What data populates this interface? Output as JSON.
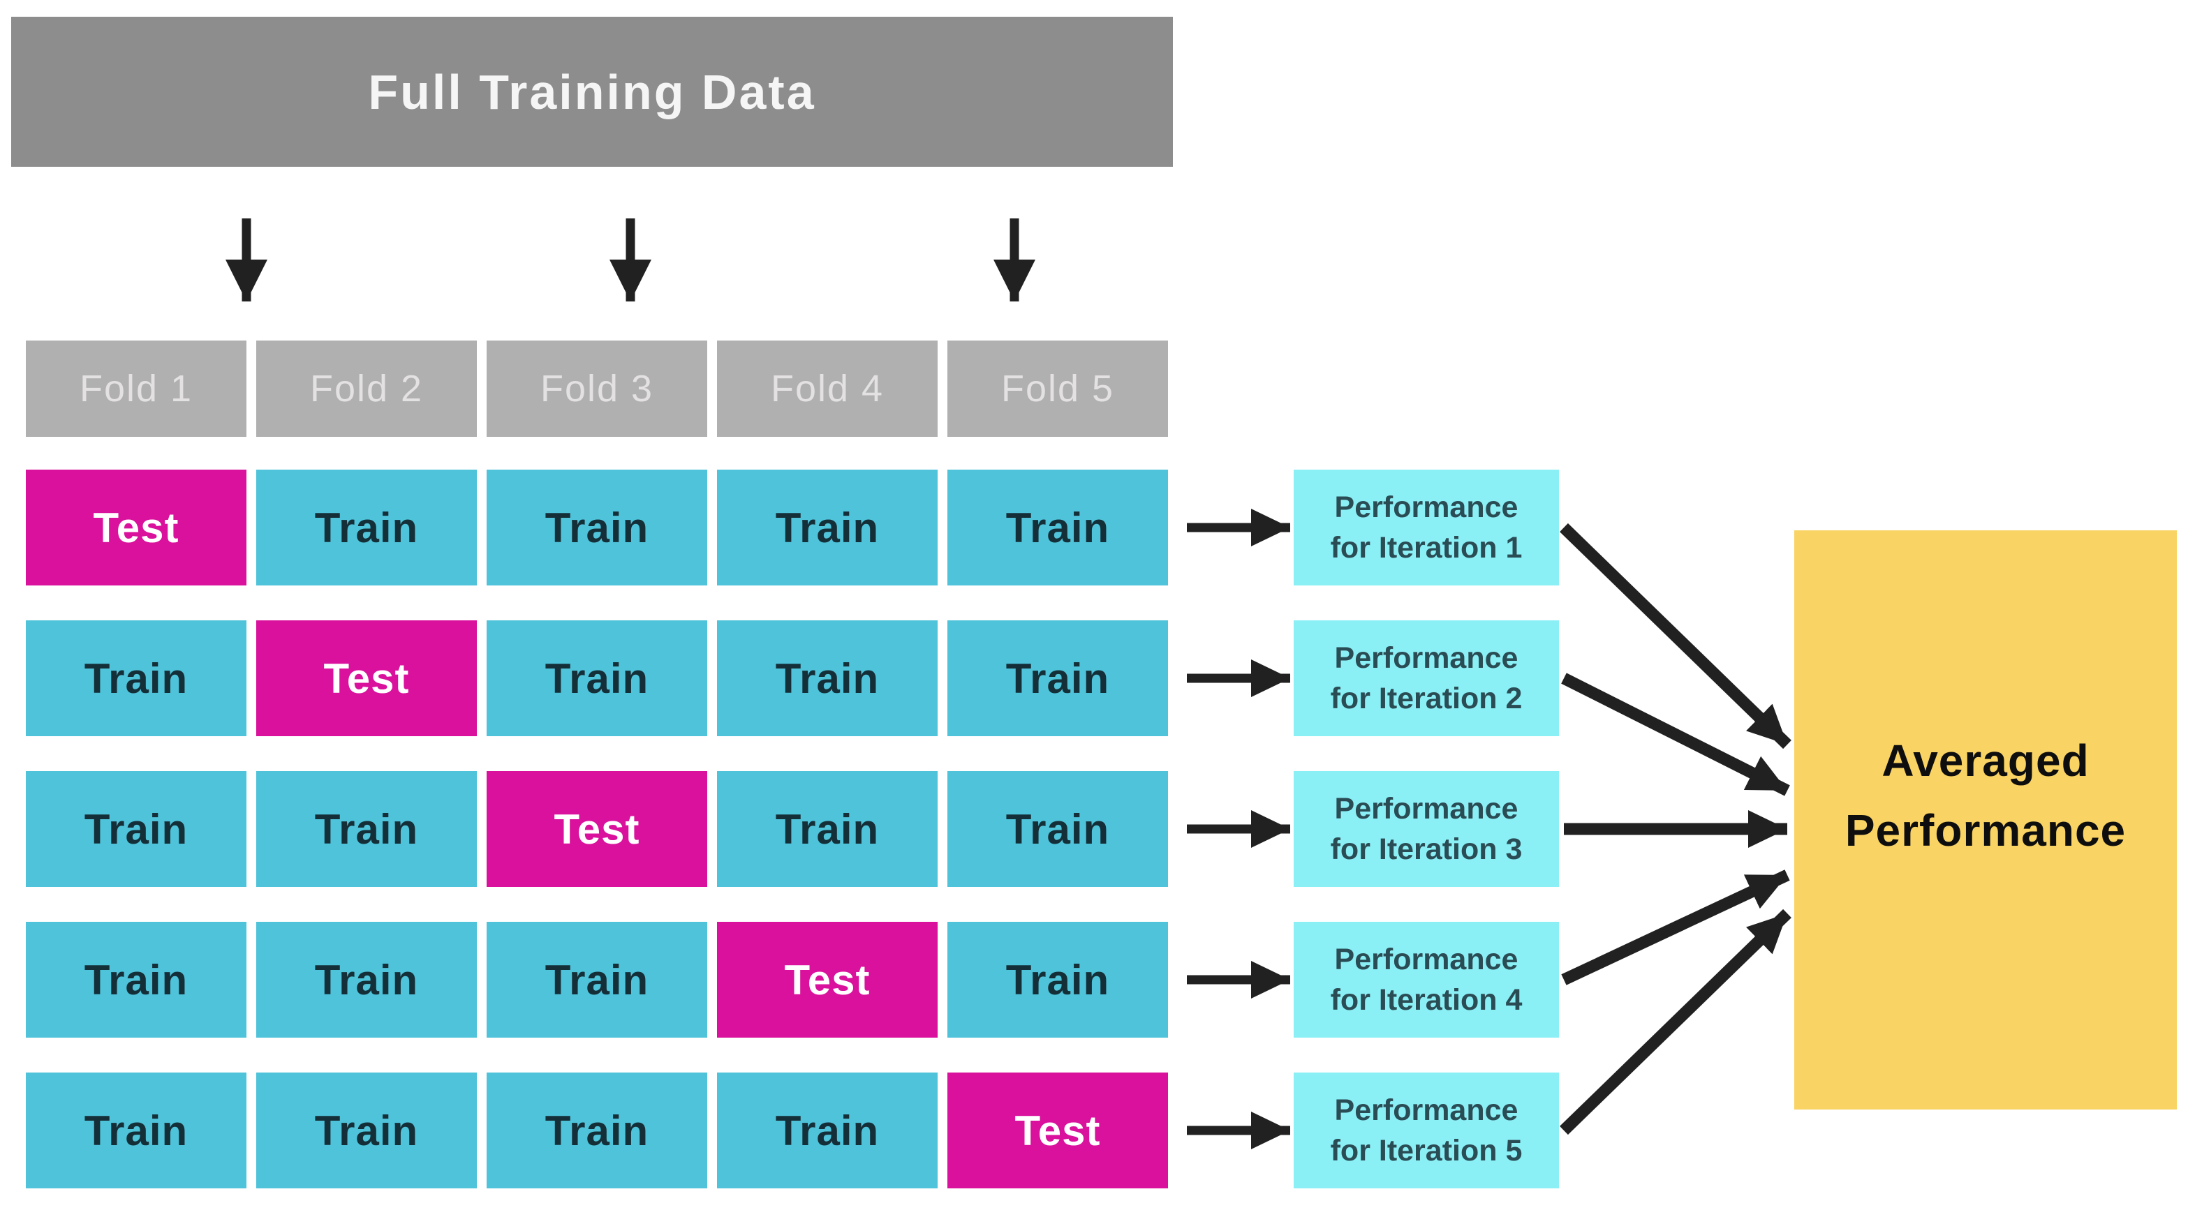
{
  "diagram": {
    "title": "Full Training Data",
    "folds": [
      "Fold 1",
      "Fold 2",
      "Fold 3",
      "Fold 4",
      "Fold 5"
    ],
    "grid": {
      "rows": [
        {
          "cells": [
            {
              "label": "Test",
              "type": "test"
            },
            {
              "label": "Train",
              "type": "train"
            },
            {
              "label": "Train",
              "type": "train"
            },
            {
              "label": "Train",
              "type": "train"
            },
            {
              "label": "Train",
              "type": "train"
            }
          ]
        },
        {
          "cells": [
            {
              "label": "Train",
              "type": "train"
            },
            {
              "label": "Test",
              "type": "test"
            },
            {
              "label": "Train",
              "type": "train"
            },
            {
              "label": "Train",
              "type": "train"
            },
            {
              "label": "Train",
              "type": "train"
            }
          ]
        },
        {
          "cells": [
            {
              "label": "Train",
              "type": "train"
            },
            {
              "label": "Train",
              "type": "train"
            },
            {
              "label": "Test",
              "type": "test"
            },
            {
              "label": "Train",
              "type": "train"
            },
            {
              "label": "Train",
              "type": "train"
            }
          ]
        },
        {
          "cells": [
            {
              "label": "Train",
              "type": "train"
            },
            {
              "label": "Train",
              "type": "train"
            },
            {
              "label": "Train",
              "type": "train"
            },
            {
              "label": "Test",
              "type": "test"
            },
            {
              "label": "Train",
              "type": "train"
            }
          ]
        },
        {
          "cells": [
            {
              "label": "Train",
              "type": "train"
            },
            {
              "label": "Train",
              "type": "train"
            },
            {
              "label": "Train",
              "type": "train"
            },
            {
              "label": "Train",
              "type": "train"
            },
            {
              "label": "Test",
              "type": "test"
            }
          ]
        }
      ]
    },
    "performance_boxes": [
      {
        "line1": "Performance",
        "line2": "for Iteration 1"
      },
      {
        "line1": "Performance",
        "line2": "for Iteration 2"
      },
      {
        "line1": "Performance",
        "line2": "for Iteration 3"
      },
      {
        "line1": "Performance",
        "line2": "for Iteration 4"
      },
      {
        "line1": "Performance",
        "line2": "for Iteration 5"
      }
    ],
    "result_box": {
      "line1": "Averaged",
      "line2": "Performance"
    },
    "icons": {
      "split_arrow": "down-arrow-icon",
      "row_arrow": "right-arrow-icon",
      "converge_arrow": "diagonal-arrow-icon"
    },
    "colors": {
      "full_training_bar": "#8E8D8D",
      "fold_header": "#B1B0B0",
      "train_cell": "#4FC3DA",
      "test_cell": "#D9119C",
      "performance_box": "#8BEFF6",
      "performance_text": "#2A4C54",
      "averaged_box": "#F9D363",
      "arrow": "#212121"
    }
  }
}
